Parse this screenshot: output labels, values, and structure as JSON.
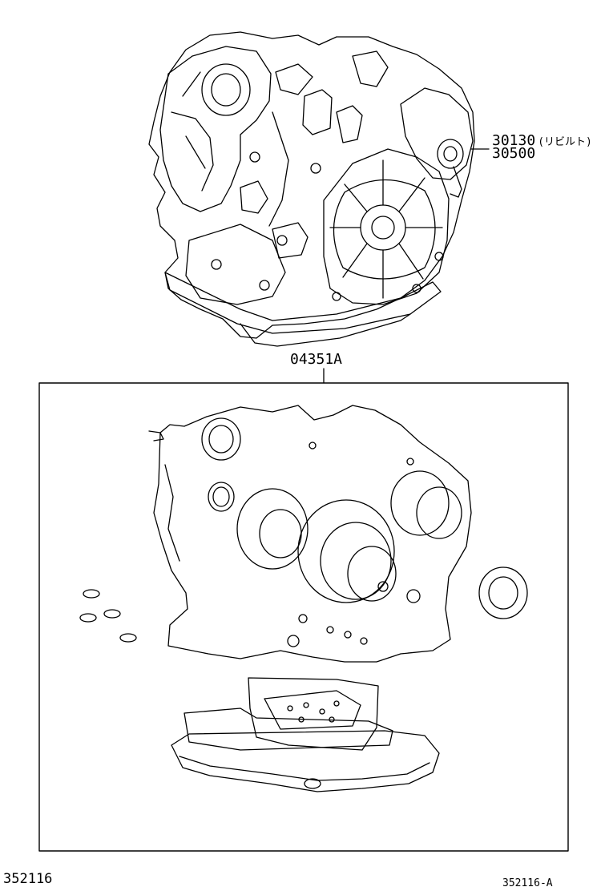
{
  "callouts": {
    "part_a": "30130",
    "part_a_note": "(リビルト)",
    "part_b": "30500",
    "kit": "04351A"
  },
  "footer": {
    "diagram_id": "352116",
    "diagram_ref": "352116-A"
  }
}
